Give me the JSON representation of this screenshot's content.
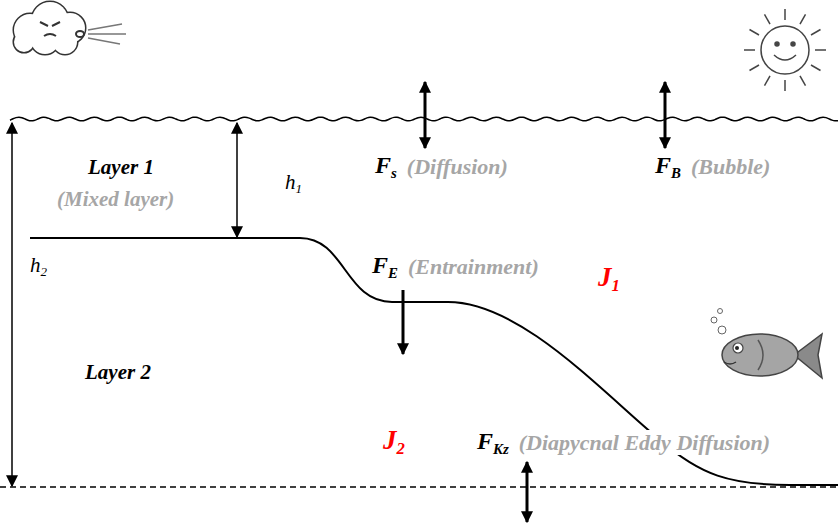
{
  "diagram": {
    "labels": [
      "Layer 1",
      "(Mixed layer)",
      "h1",
      "h2",
      "Fs",
      "(Diffusion)",
      "FB",
      "(Bubble)",
      "FE",
      "(Entrainment)",
      "J1",
      "Layer 2",
      "J2",
      "FKz",
      "(Diapycnal Eddy Diffusion)"
    ]
  }
}
